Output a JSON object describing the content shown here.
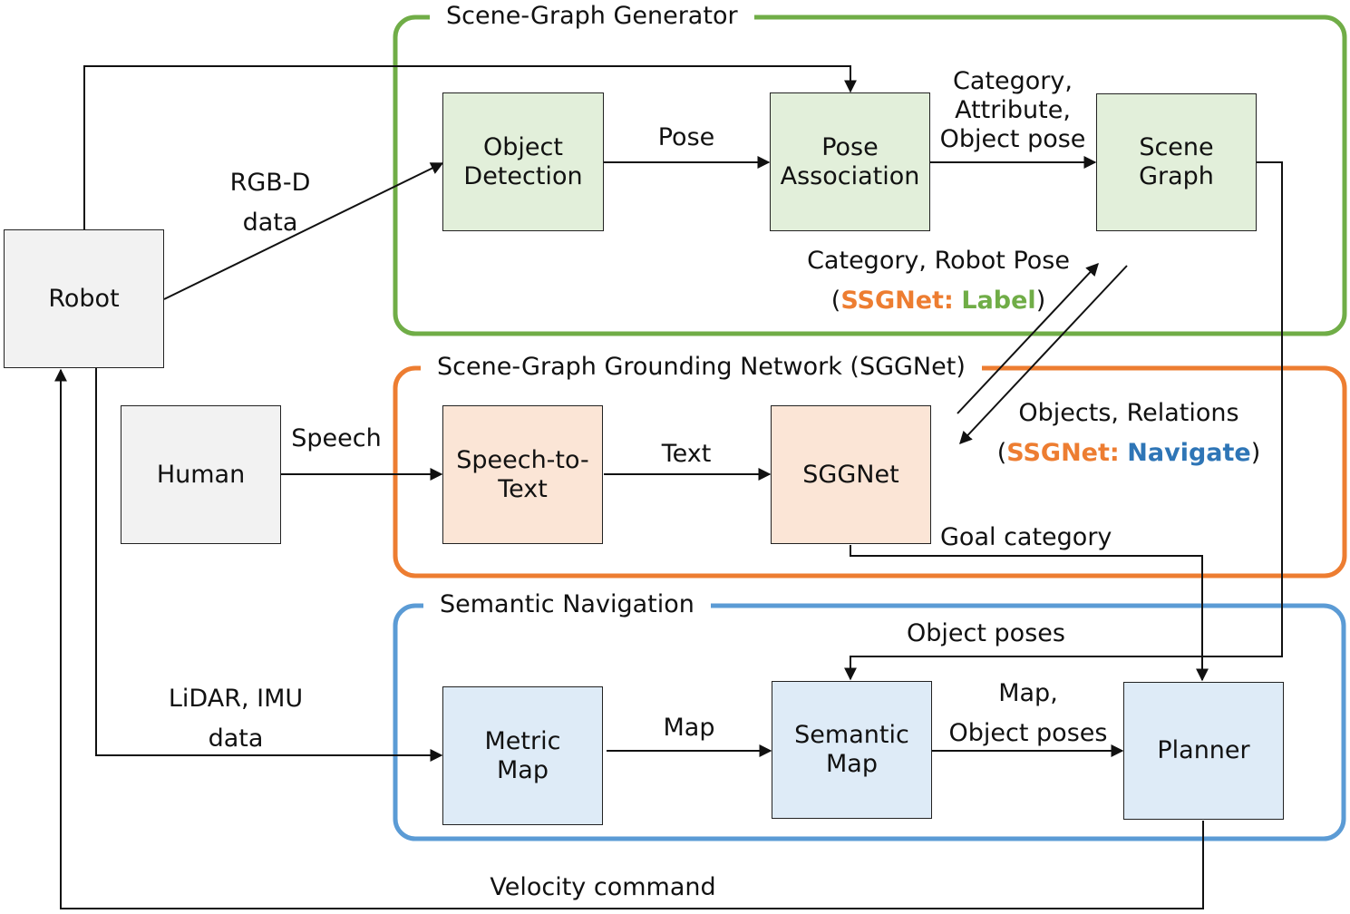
{
  "colors": {
    "generator": "#70ad47",
    "grounding": "#ed7d31",
    "navigation": "#5b9bd5",
    "box_green": "#e2efda",
    "box_orange": "#fbe5d6",
    "box_blue": "#deebf7",
    "box_gray": "#f2f2f2",
    "ssgnet_keyword": "#ed7d31",
    "label_keyword": "#70ad47",
    "navigate_keyword": "#2e75b6"
  },
  "groups": {
    "generator": "Scene-Graph Generator",
    "grounding": "Scene-Graph Grounding Network (SGGNet)",
    "navigation": "Semantic Navigation"
  },
  "nodes": {
    "robot": "Robot",
    "human": "Human",
    "object_detection": "Object\nDetection",
    "pose_association": "Pose\nAssociation",
    "scene_graph": "Scene\nGraph",
    "speech_to_text": "Speech-to-\nText",
    "sggnet": "SGGNet",
    "metric_map": "Metric\nMap",
    "semantic_map": "Semantic\nMap",
    "planner": "Planner"
  },
  "edges": {
    "rgbd": "RGB-D\ndata",
    "pose": "Pose",
    "cat_attr_pose": "Category,\nAttribute,\nObject pose",
    "cat_robot_pose": "Category, Robot Pose",
    "ssgnet_kw": "SSGNet:",
    "label_kw": "Label",
    "speech": "Speech",
    "text": "Text",
    "objects_relations": "Objects, Relations",
    "navigate_kw": "Navigate",
    "goal_category": "Goal category",
    "object_poses": "Object poses",
    "lidar_imu": "LiDAR, IMU\ndata",
    "map": "Map",
    "map_object_poses": "Map,\nObject poses",
    "velocity": "Velocity command",
    "paren_open": "(",
    "paren_close": ")"
  }
}
